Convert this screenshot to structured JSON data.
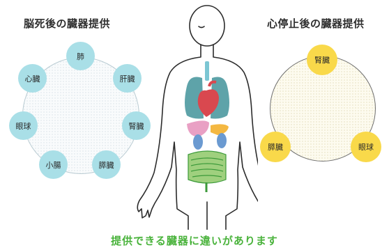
{
  "left": {
    "title": "脳死後の臓器提供",
    "organs": [
      "肺",
      "肝臓",
      "腎臓",
      "膵臓",
      "小腸",
      "眼球",
      "心臓"
    ]
  },
  "right": {
    "title": "心停止後の臓器提供",
    "organs": [
      "腎臓",
      "膵臓",
      "眼球"
    ]
  },
  "footer": "提供できる臓器に違いがあります",
  "colors": {
    "brain_death_nodes": "#a9dfe7",
    "cardiac_death_nodes": "#f9d94a",
    "footer_text": "#4ab33c"
  }
}
